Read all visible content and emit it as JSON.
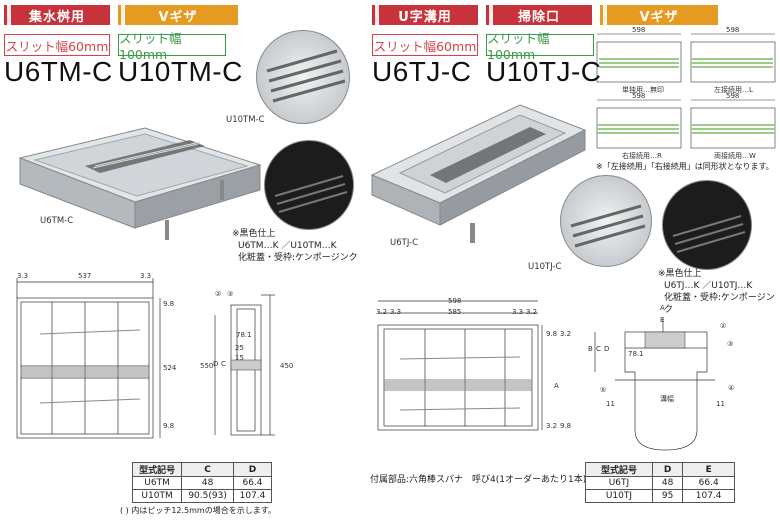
{
  "left": {
    "tags": [
      "集水桝用",
      "Vギザ"
    ],
    "pills": [
      "スリット幅60mm",
      "スリット幅100mm"
    ],
    "models": [
      "U6TM-C",
      "U10TM-C"
    ],
    "photo_labels": [
      "U6TM-C",
      "U10TM-C"
    ],
    "finish_note": [
      "※黒色仕上",
      "U6TM…K ／U10TM…K",
      "化粧蓋・受枠:ケンポージンク"
    ],
    "dims_top": [
      "3.3",
      "537",
      "3.3"
    ],
    "dims_side": [
      "9.8",
      "524",
      "9.8",
      "550",
      "450"
    ],
    "section_dims": [
      "78.1",
      "25",
      "15",
      "C",
      "D"
    ],
    "table": {
      "header": [
        "型式記号",
        "C",
        "D"
      ],
      "rows": [
        [
          "U6TM",
          "48",
          "66.4"
        ],
        [
          "U10TM",
          "90.5(93)",
          "107.4"
        ]
      ]
    },
    "table_note": "( ) 内はピッチ12.5mmの場合を示します。"
  },
  "right": {
    "tags": [
      "U字溝用",
      "掃除口",
      "Vギザ"
    ],
    "pills": [
      "スリット幅60mm",
      "スリット幅100mm"
    ],
    "models": [
      "U6TJ-C",
      "U10TJ-C"
    ],
    "photo_labels": [
      "U6TJ-C",
      "U10TJ-C"
    ],
    "variants": [
      {
        "dim": "598",
        "label": "単独用…無印"
      },
      {
        "dim": "598",
        "label": "左接続用…L"
      },
      {
        "dim": "598",
        "label": "右接続用…R"
      },
      {
        "dim": "598",
        "label": "両接続用…W"
      }
    ],
    "variant_note": "※「左接続用」「右接続用」は同形状となります。",
    "finish_note": [
      "※黒色仕上",
      "U6TJ…K ／U10TJ…K",
      "化粧蓋・受枠:ケンポージンク"
    ],
    "dims_top": [
      "598",
      "3.2",
      "3.3",
      "585",
      "3.3",
      "3.2"
    ],
    "dims_side": [
      "9.8",
      "3.2",
      "A",
      "3.2",
      "9.8"
    ],
    "section_labels": [
      "A",
      "E",
      "B",
      "C",
      "D",
      "78.1",
      "溝幅",
      "11",
      "11"
    ],
    "accessory_note": "付属部品:六角棒スパナ　呼び4(1オーダーあたり1本)",
    "table": {
      "header": [
        "型式記号",
        "D",
        "E"
      ],
      "rows": [
        [
          "U6TJ",
          "48",
          "66.4"
        ],
        [
          "U10TJ",
          "95",
          "107.4"
        ]
      ]
    }
  },
  "colors": {
    "red": "#c8323a",
    "orange": "#e59a22",
    "green": "#3c9a4a"
  }
}
